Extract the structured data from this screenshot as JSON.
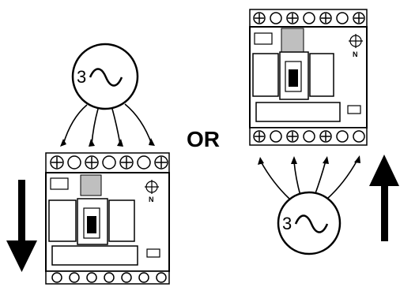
{
  "diagram": {
    "connector_word": "OR",
    "source_symbol": "3",
    "neutral_label": "N",
    "top_breaker_neutral": "N",
    "bottom_breaker_neutral": "N",
    "colors": {
      "line": "#000000",
      "background": "#ffffff",
      "panel": "#ffffff",
      "shade": "#bfbfbf"
    },
    "icons": [
      "three-phase-source-icon",
      "down-arrow-icon",
      "up-arrow-icon",
      "circuit-breaker-icon"
    ]
  }
}
